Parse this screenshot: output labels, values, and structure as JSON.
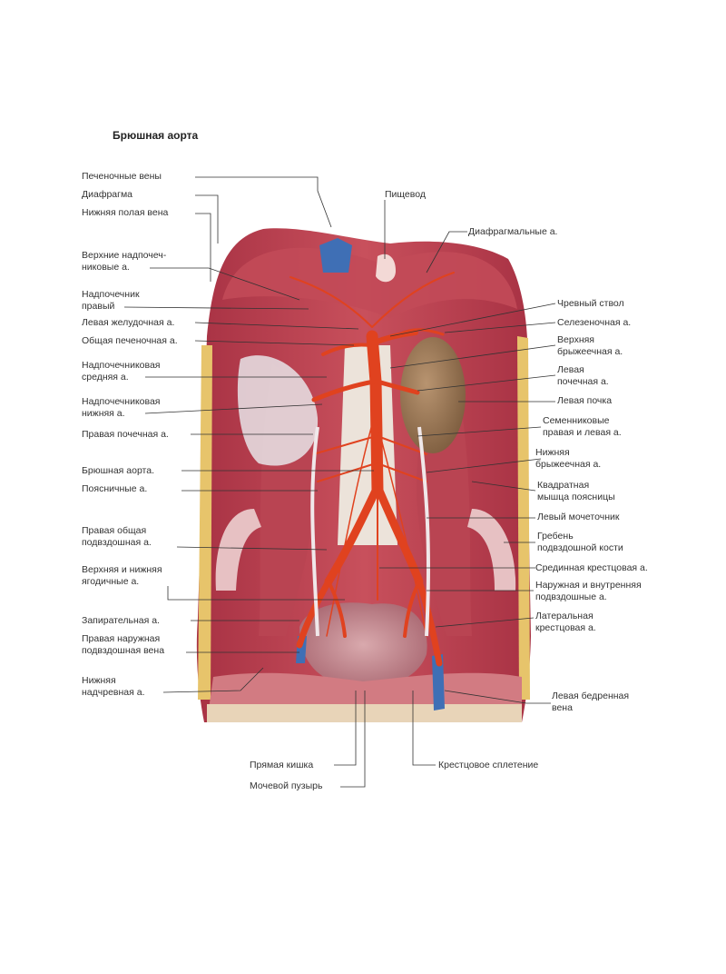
{
  "title": "Брюшная аорта",
  "labels_left": [
    {
      "id": "hepatic-veins",
      "lines": [
        "Печеночные вены"
      ]
    },
    {
      "id": "diaphragm",
      "lines": [
        "Диафрагма"
      ]
    },
    {
      "id": "inferior-vena-cava",
      "lines": [
        "Нижняя полая вена"
      ]
    },
    {
      "id": "superior-suprarenal",
      "lines": [
        "Верхние надпочеч-",
        "никовые а."
      ]
    },
    {
      "id": "right-adrenal",
      "lines": [
        "Надпочечник",
        "правый"
      ]
    },
    {
      "id": "left-gastric",
      "lines": [
        "Левая желудочная а."
      ]
    },
    {
      "id": "common-hepatic",
      "lines": [
        "Общая печеночная а."
      ]
    },
    {
      "id": "middle-suprarenal",
      "lines": [
        "Надпочечниковая",
        "средняя а."
      ]
    },
    {
      "id": "inferior-suprarenal",
      "lines": [
        "Надпочечниковая",
        "нижняя а."
      ]
    },
    {
      "id": "right-renal",
      "lines": [
        "Правая почечная а."
      ]
    },
    {
      "id": "abdominal-aorta",
      "lines": [
        "Брюшная аорта."
      ]
    },
    {
      "id": "lumbar",
      "lines": [
        "Поясничные а."
      ]
    },
    {
      "id": "right-common-iliac",
      "lines": [
        "Правая общая",
        "подвздошная а."
      ]
    },
    {
      "id": "gluteal",
      "lines": [
        "Верхняя и нижняя",
        "ягодичные а."
      ]
    },
    {
      "id": "obturator",
      "lines": [
        "Запирательная а."
      ]
    },
    {
      "id": "right-external-iliac-vein",
      "lines": [
        "Правая наружная",
        "подвздошная вена"
      ]
    },
    {
      "id": "inferior-epigastric",
      "lines": [
        "Нижняя",
        "надчревная а."
      ]
    }
  ],
  "labels_right": [
    {
      "id": "esophagus",
      "lines": [
        "Пищевод"
      ]
    },
    {
      "id": "phrenic",
      "lines": [
        "Диафрагмальные а."
      ]
    },
    {
      "id": "celiac-trunk",
      "lines": [
        "Чревный ствол"
      ]
    },
    {
      "id": "splenic",
      "lines": [
        "Селезеночная а."
      ]
    },
    {
      "id": "superior-mesenteric",
      "lines": [
        "Верхняя",
        "брыжеечная а."
      ]
    },
    {
      "id": "left-renal",
      "lines": [
        "Левая",
        "почечная а."
      ]
    },
    {
      "id": "left-kidney",
      "lines": [
        "Левая почка"
      ]
    },
    {
      "id": "testicular",
      "lines": [
        "Семенниковые",
        "правая и левая а."
      ]
    },
    {
      "id": "inferior-mesenteric",
      "lines": [
        "Нижняя",
        "брыжеечная а."
      ]
    },
    {
      "id": "quadratus-lumborum",
      "lines": [
        "Квадратная",
        "мышца поясницы"
      ]
    },
    {
      "id": "left-ureter",
      "lines": [
        "Левый мочеточник"
      ]
    },
    {
      "id": "iliac-crest",
      "lines": [
        "Гребень",
        "подвздошной кости"
      ]
    },
    {
      "id": "median-sacral",
      "lines": [
        "Срединная крестцовая а."
      ]
    },
    {
      "id": "ext-int-iliac",
      "lines": [
        "Наружная и внутренняя",
        "подвздошные а."
      ]
    },
    {
      "id": "lateral-sacral",
      "lines": [
        "Латеральная",
        "крестцовая а."
      ]
    },
    {
      "id": "left-femoral-vein",
      "lines": [
        "Левая бедренная",
        "вена"
      ]
    }
  ],
  "labels_bottom": [
    {
      "id": "rectum",
      "lines": [
        "Прямая кишка"
      ]
    },
    {
      "id": "sacral-plexus",
      "lines": [
        "Крестцовое сплетение"
      ]
    },
    {
      "id": "bladder",
      "lines": [
        "Мочевой пузырь"
      ]
    }
  ],
  "colors": {
    "muscle": "#b23a48",
    "muscle_dark": "#8e2536",
    "artery": "#e0421f",
    "vein": "#3f6fb5",
    "kidney": "#9c7a55",
    "bone": "#e9e0d6",
    "fat": "#e8c26a"
  }
}
